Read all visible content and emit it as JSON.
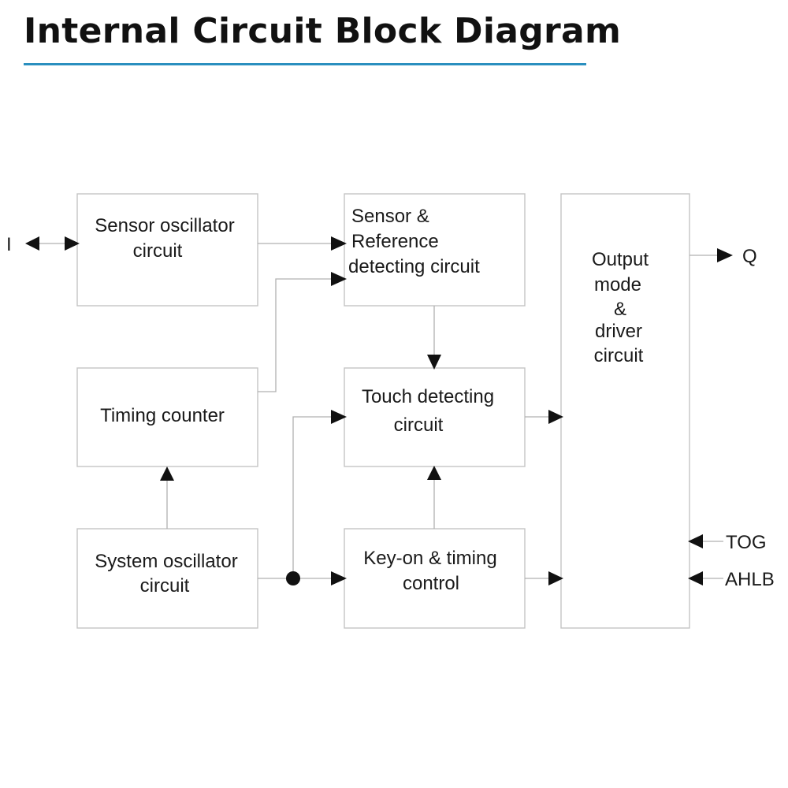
{
  "title": "Internal Circuit Block Diagram",
  "accent_color": "#2a8fbf",
  "blocks": {
    "sensor_osc": {
      "lines": [
        "Sensor oscillator",
        "circuit"
      ]
    },
    "sensor_ref": {
      "lines": [
        "Sensor &",
        "Reference",
        "detecting circuit"
      ]
    },
    "timing_counter": {
      "lines": [
        "Timing counter"
      ]
    },
    "touch_detect": {
      "lines": [
        "Touch detecting",
        "circuit"
      ]
    },
    "system_osc": {
      "lines": [
        "System oscillator",
        "circuit"
      ]
    },
    "keyon": {
      "lines": [
        "Key-on & timing",
        "control"
      ]
    },
    "output": {
      "lines": [
        "Output",
        "mode",
        "&",
        "driver",
        "circuit"
      ]
    }
  },
  "pins": {
    "input": "I",
    "output": "Q",
    "tog": "TOG",
    "ahlb": "AHLB"
  }
}
